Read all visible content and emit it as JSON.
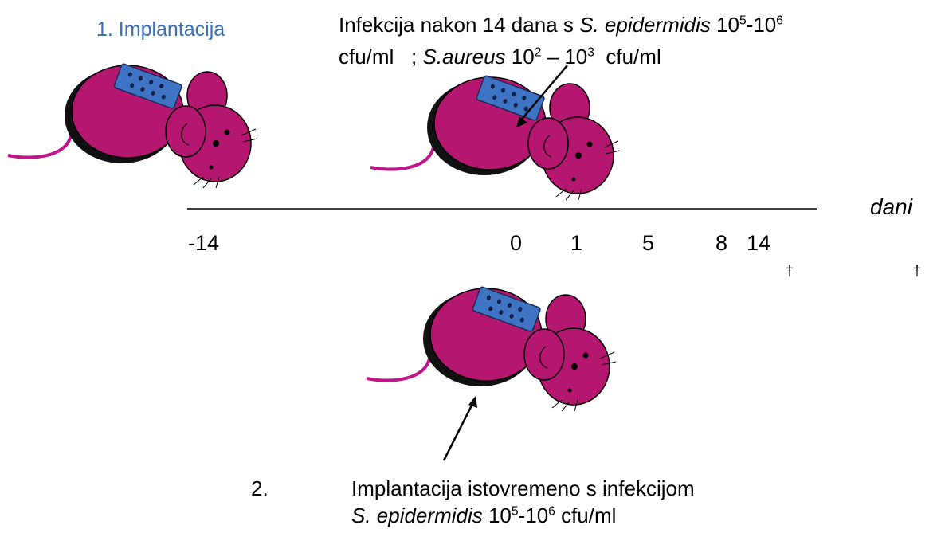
{
  "labels": {
    "step1": "1. Implantacija",
    "infection_line1_prefix": "Infekcija nakon 14 dana s ",
    "infection_line1_species": "S. epidermidis",
    "infection_line1_dose_base": "10",
    "infection_line1_dose_exp1": "5",
    "infection_line1_dose_mid": "-10",
    "infection_line1_dose_exp2": "6",
    "infection_line2_unit": "cfu/ml",
    "infection_line2_sep": ";",
    "infection_line2_species": "S.aureus",
    "infection_line2_dose_base": "10",
    "infection_line2_dose_exp1": "2",
    "infection_line2_dose_mid": " – 10",
    "infection_line2_dose_exp2": "3",
    "infection_line2_unit2": "cfu/ml",
    "step2_number": "2.",
    "step2_line1": "Implantacija istovremeno s infekcijom",
    "step2_line2_species": "S. epidermidis",
    "step2_line2_base": "10",
    "step2_line2_exp1": "5",
    "step2_line2_mid": "-10",
    "step2_line2_exp2": "6",
    "step2_line2_unit": "cfu/ml"
  },
  "timeline": {
    "axis_label": "dani",
    "ticks": [
      "-14",
      "0",
      "1",
      "5",
      "8",
      "14"
    ],
    "markers": [
      "†",
      "†"
    ]
  },
  "colors": {
    "mouse_body": "#b5166f",
    "mouse_shadow": "#111111",
    "implant": "#3f74c4",
    "tail": "#c0148a",
    "step1_label": "#3b6fb4"
  },
  "icons": [
    "mouse-icon",
    "implant-icon",
    "arrow-icon"
  ]
}
